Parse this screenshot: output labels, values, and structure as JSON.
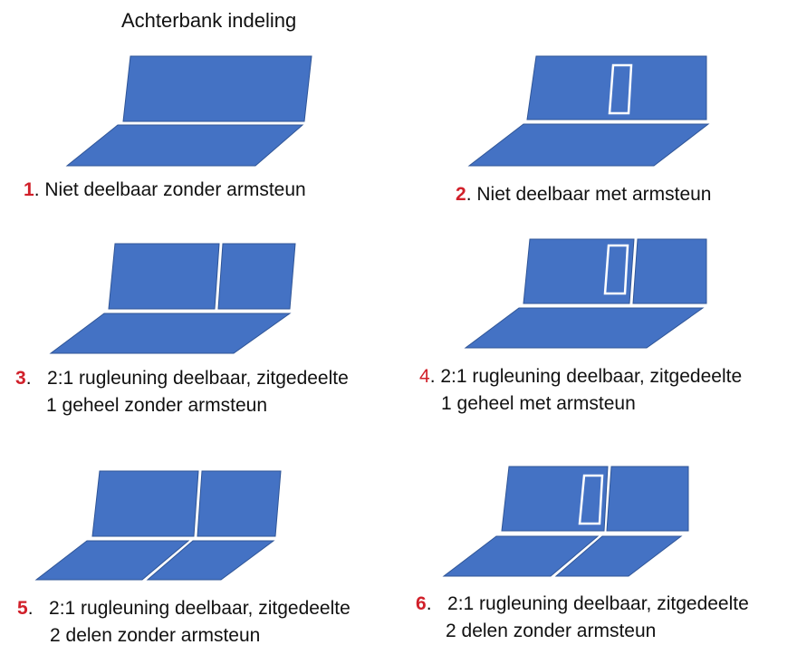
{
  "title": "Achterbank indeling",
  "colors": {
    "seat": "#4472c4",
    "seat_edge": "#2f5597",
    "number": "#d1202a",
    "gap": "#ffffff"
  },
  "options": [
    {
      "number": "1",
      "sep": ". ",
      "line1": "Niet deelbaar zonder armsteun",
      "line2": "",
      "backrest_split": false,
      "seat_split": false,
      "armrest": false
    },
    {
      "number": "2",
      "sep": ". ",
      "line1": "Niet deelbaar met armsteun",
      "line2": "",
      "backrest_split": false,
      "seat_split": false,
      "armrest": true
    },
    {
      "number": "3",
      "sep": ".   ",
      "line1": "2:1 rugleuning deelbaar, zitgedeelte",
      "line2": "1 geheel zonder armsteun",
      "backrest_split": true,
      "seat_split": false,
      "armrest": false
    },
    {
      "number": "4",
      "sep": ". ",
      "line1": "2:1 rugleuning deelbaar, zitgedeelte",
      "line2": "1 geheel met armsteun",
      "backrest_split": true,
      "seat_split": false,
      "armrest": true
    },
    {
      "number": "5",
      "sep": ".   ",
      "line1": "2:1 rugleuning deelbaar, zitgedeelte",
      "line2": "2 delen zonder armsteun",
      "backrest_split": true,
      "seat_split": true,
      "armrest": false
    },
    {
      "number": "6",
      "sep": ".   ",
      "line1": "2:1 rugleuning deelbaar, zitgedeelte",
      "line2": "2 delen zonder armsteun",
      "backrest_split": true,
      "seat_split": true,
      "armrest": true
    }
  ]
}
